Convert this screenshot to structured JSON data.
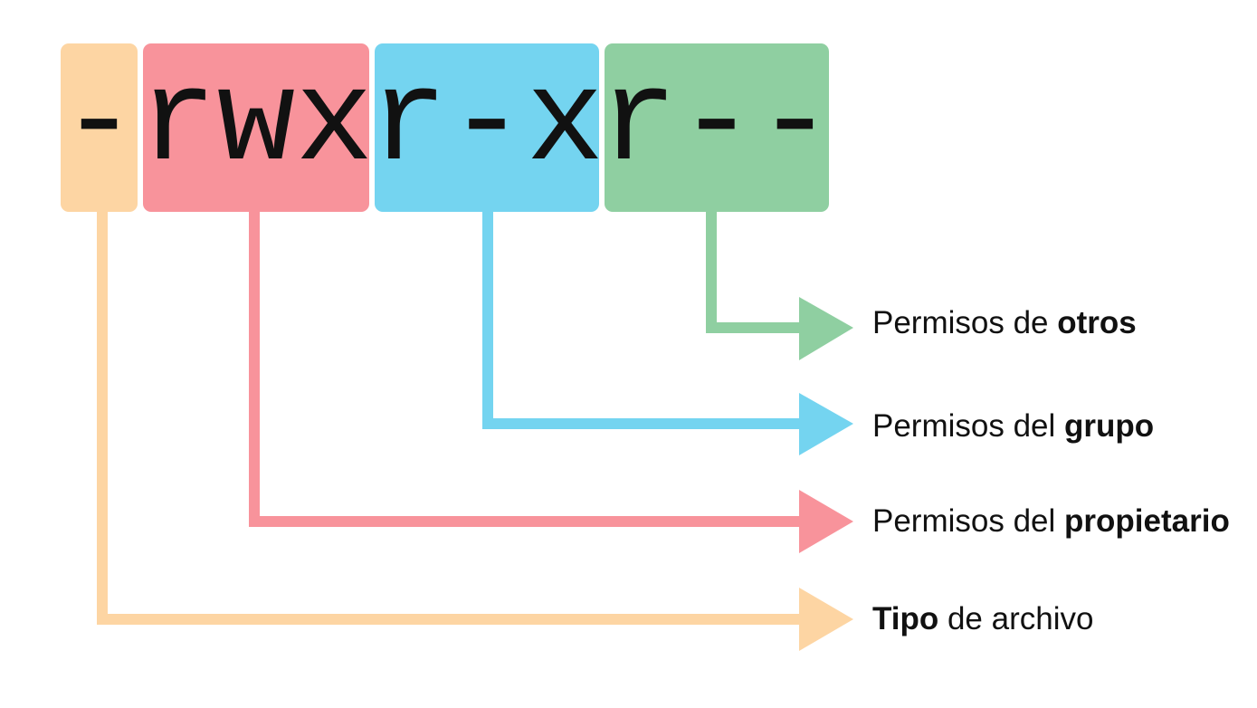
{
  "permission_string": {
    "type": "-",
    "owner": "rwx",
    "group": "r-x",
    "others": "r--"
  },
  "labels": {
    "others": {
      "prefix": "Permisos de ",
      "bold": "otros",
      "suffix": ""
    },
    "group": {
      "prefix": "Permisos del ",
      "bold": "grupo",
      "suffix": ""
    },
    "owner": {
      "prefix": "Permisos del ",
      "bold": "propietario",
      "suffix": ""
    },
    "type": {
      "prefix": "",
      "bold": "Tipo",
      "suffix": " de archivo"
    }
  },
  "colors": {
    "type": "#fdd5a3",
    "owner": "#f8939b",
    "group": "#74d4f0",
    "others": "#8fcfa1"
  }
}
